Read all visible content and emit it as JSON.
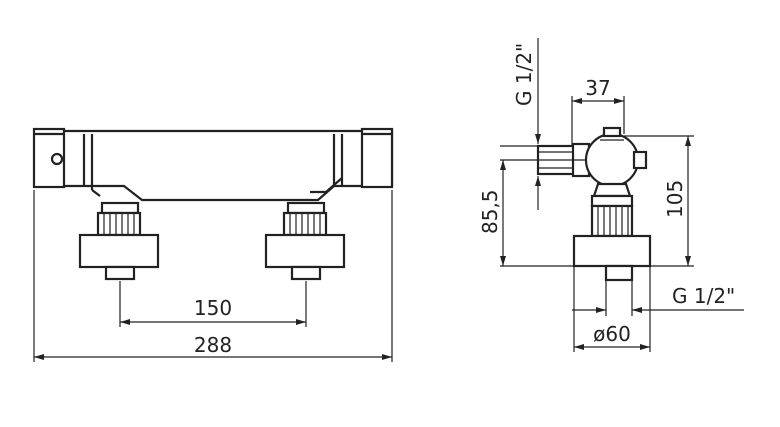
{
  "front_view": {
    "width_label": "288",
    "centers_label": "150"
  },
  "side_view": {
    "inlet_thread_label": "G 1/2\"",
    "outlet_thread_label": "G 1/2\"",
    "offset_label": "37",
    "height_inlet_label": "85,5",
    "height_total_label": "105",
    "diameter_label": "ø60"
  },
  "colors": {
    "line": "#222222",
    "background": "#ffffff"
  }
}
